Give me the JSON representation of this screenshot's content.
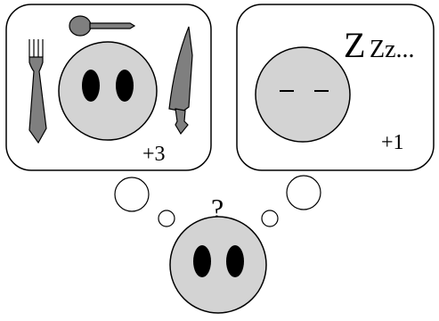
{
  "left_panel": {
    "score": "+3"
  },
  "right_panel": {
    "sleep_text_big": "Z",
    "sleep_text_small": "Zz...",
    "score": "+1"
  },
  "thought": {
    "question": "?"
  },
  "colors": {
    "face": "#d3d3d3",
    "utensil": "#7f7f7f",
    "outline": "#000000",
    "eye": "#000000",
    "background": "#ffffff"
  },
  "icons": [
    "fork-icon",
    "plate-icon",
    "spoon-icon",
    "knife-icon",
    "thought-bubble-icon",
    "sleep-zzz-icon"
  ]
}
